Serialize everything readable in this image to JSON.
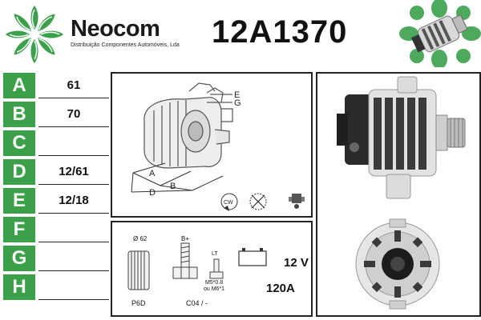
{
  "header": {
    "brand_name": "Neocom",
    "brand_tagline": "Distribuição Componentes Automóveis, Lda",
    "part_number": "12A1370"
  },
  "spec_table": [
    {
      "letter": "A",
      "value": "61"
    },
    {
      "letter": "B",
      "value": "70"
    },
    {
      "letter": "C",
      "value": ""
    },
    {
      "letter": "D",
      "value": "12/61"
    },
    {
      "letter": "E",
      "value": "12/18"
    },
    {
      "letter": "F",
      "value": ""
    },
    {
      "letter": "G",
      "value": ""
    },
    {
      "letter": "H",
      "value": ""
    }
  ],
  "diagram": {
    "labels": {
      "a": "A",
      "b": "B",
      "d": "D",
      "e": "E",
      "g": "G"
    },
    "rotation": "CW"
  },
  "specs": {
    "pulley_diameter": "Ø 62",
    "pulley_code": "P6D",
    "terminal_bplus": "B+",
    "terminal_lt": "LT",
    "thread": "M5*0.8",
    "thread_alt": "ou M6*1",
    "connector_code": "C04 / -",
    "voltage": "12 V",
    "amperage": "120A"
  },
  "colors": {
    "brand_green": "#3aa04a",
    "border": "#222222"
  },
  "icons": [
    "logo-flower-icon",
    "rotation-cw-icon",
    "no-disassembly-icon",
    "regulator-icon"
  ]
}
